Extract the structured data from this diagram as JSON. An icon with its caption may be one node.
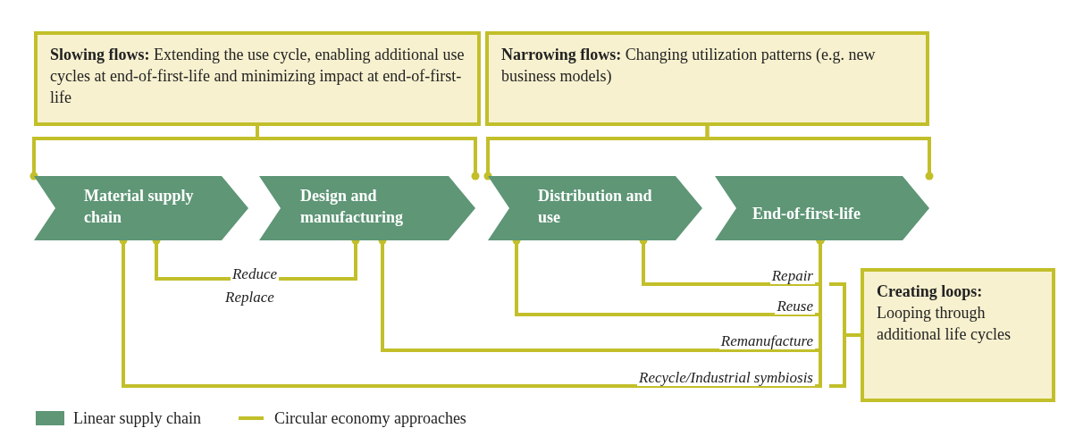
{
  "diagram": {
    "nodes": [
      {
        "text": [
          "Slowing flows:",
          "Extending the use cycle, enabling additional use cycles at end-of-first-life and minimizing impact at end-of-first-life"
        ]
      },
      {
        "text": [
          "Narrowing flows:",
          "Changing utilization patterns (e.g. new business models)"
        ]
      },
      {
        "text": [
          "Material supply chain"
        ]
      },
      {
        "text": [
          "Design and manufacturing"
        ]
      },
      {
        "text": [
          "Distribution and use"
        ]
      },
      {
        "text": [
          "End-of-first-life"
        ]
      },
      {
        "text": [
          "Creating loops:",
          "Looping through additional life cycles"
        ]
      }
    ],
    "edges": [
      {
        "from": 0,
        "to": 2,
        "arrow": "other"
      },
      {
        "from": 0,
        "to": 3,
        "arrow": "other"
      },
      {
        "from": 1,
        "to": 4,
        "arrow": "other"
      },
      {
        "from": 1,
        "to": 5,
        "arrow": "other"
      },
      {
        "from": 2,
        "to": 3,
        "arrow": "other",
        "label": "Reduce"
      },
      {
        "from": 5,
        "to": 4,
        "arrow": "other",
        "label": "Repair"
      },
      {
        "from": 5,
        "to": 4,
        "arrow": "other",
        "label": "Reuse"
      },
      {
        "from": 5,
        "to": 3,
        "arrow": "other",
        "label": "Remanufacture"
      },
      {
        "from": 5,
        "to": 2,
        "arrow": "other",
        "label": "Recycle/Industrial symbiosis"
      }
    ],
    "labels": [
      "Replace"
    ],
    "legend": [
      {
        "text": "Linear supply chain",
        "color": "#5e9676"
      },
      {
        "text": "Circular economy approaches"
      }
    ]
  }
}
